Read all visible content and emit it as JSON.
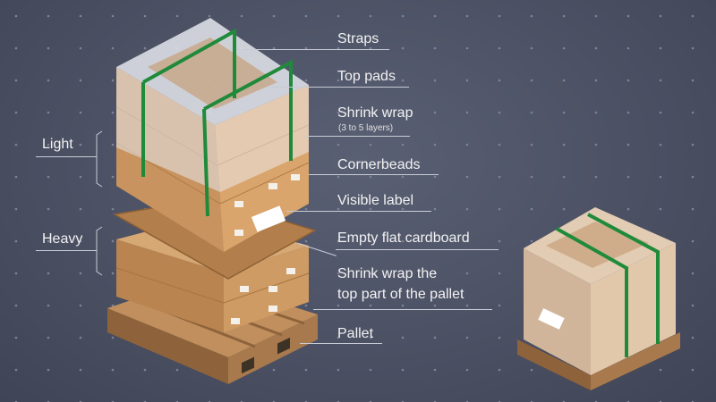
{
  "labels": {
    "straps": "Straps",
    "top_pads": "Top pads",
    "shrink_wrap": "Shrink wrap",
    "shrink_wrap_note": "(3 to 5 layers)",
    "cornerbeads": "Cornerbeads",
    "visible_label": "Visible label",
    "empty_flat_cardboard": "Empty flat cardboard",
    "shrink_wrap_top_line1": "Shrink wrap the",
    "shrink_wrap_top_line2": "top part of the pallet",
    "pallet": "Pallet"
  },
  "groups": {
    "light": "Light",
    "heavy": "Heavy"
  },
  "colors": {
    "background": "#4a4f62",
    "cardboard": "#c9955f",
    "cardboard_dark": "#a97745",
    "pallet_wood": "#a8794c",
    "strap": "#1f8a3a",
    "wrap": "#dfe3ea",
    "label_line": "#c9ccd6"
  }
}
